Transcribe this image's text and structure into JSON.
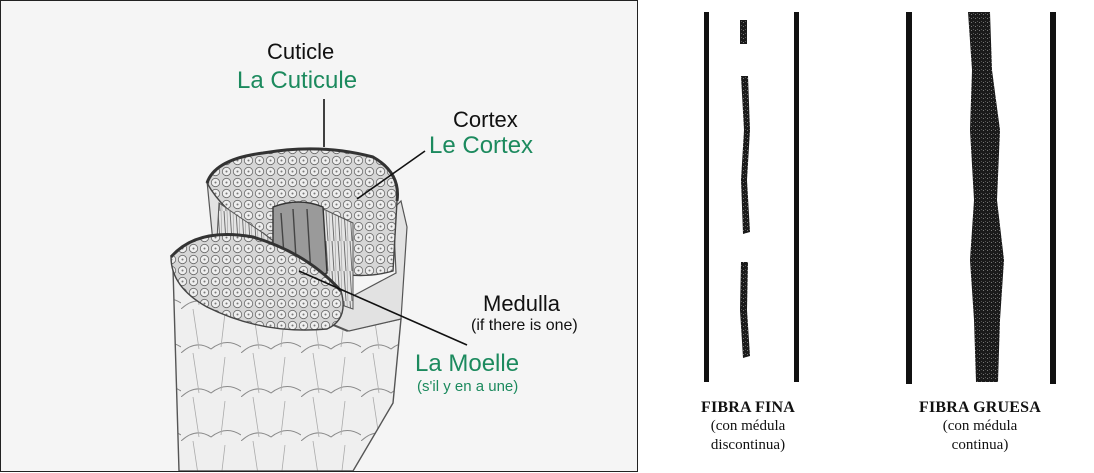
{
  "hair_diagram": {
    "cuticle": {
      "en": "Cuticle",
      "fr": "La Cuticule"
    },
    "cortex": {
      "en": "Cortex",
      "fr": "Le Cortex"
    },
    "medulla": {
      "en": "Medulla",
      "en_note": "(if there is one)",
      "fr": "La Moelle",
      "fr_note": "(s'il y en a une)"
    }
  },
  "fibers": {
    "fine": {
      "title": "FIBRA FINA",
      "sub1": "(con médula",
      "sub2": "discontinua)"
    },
    "thick": {
      "title": "FIBRA GRUESA",
      "sub1": "(con médula",
      "sub2": "continua)"
    }
  },
  "colors": {
    "french_label": "#1c8a5e",
    "english_label": "#111111"
  }
}
